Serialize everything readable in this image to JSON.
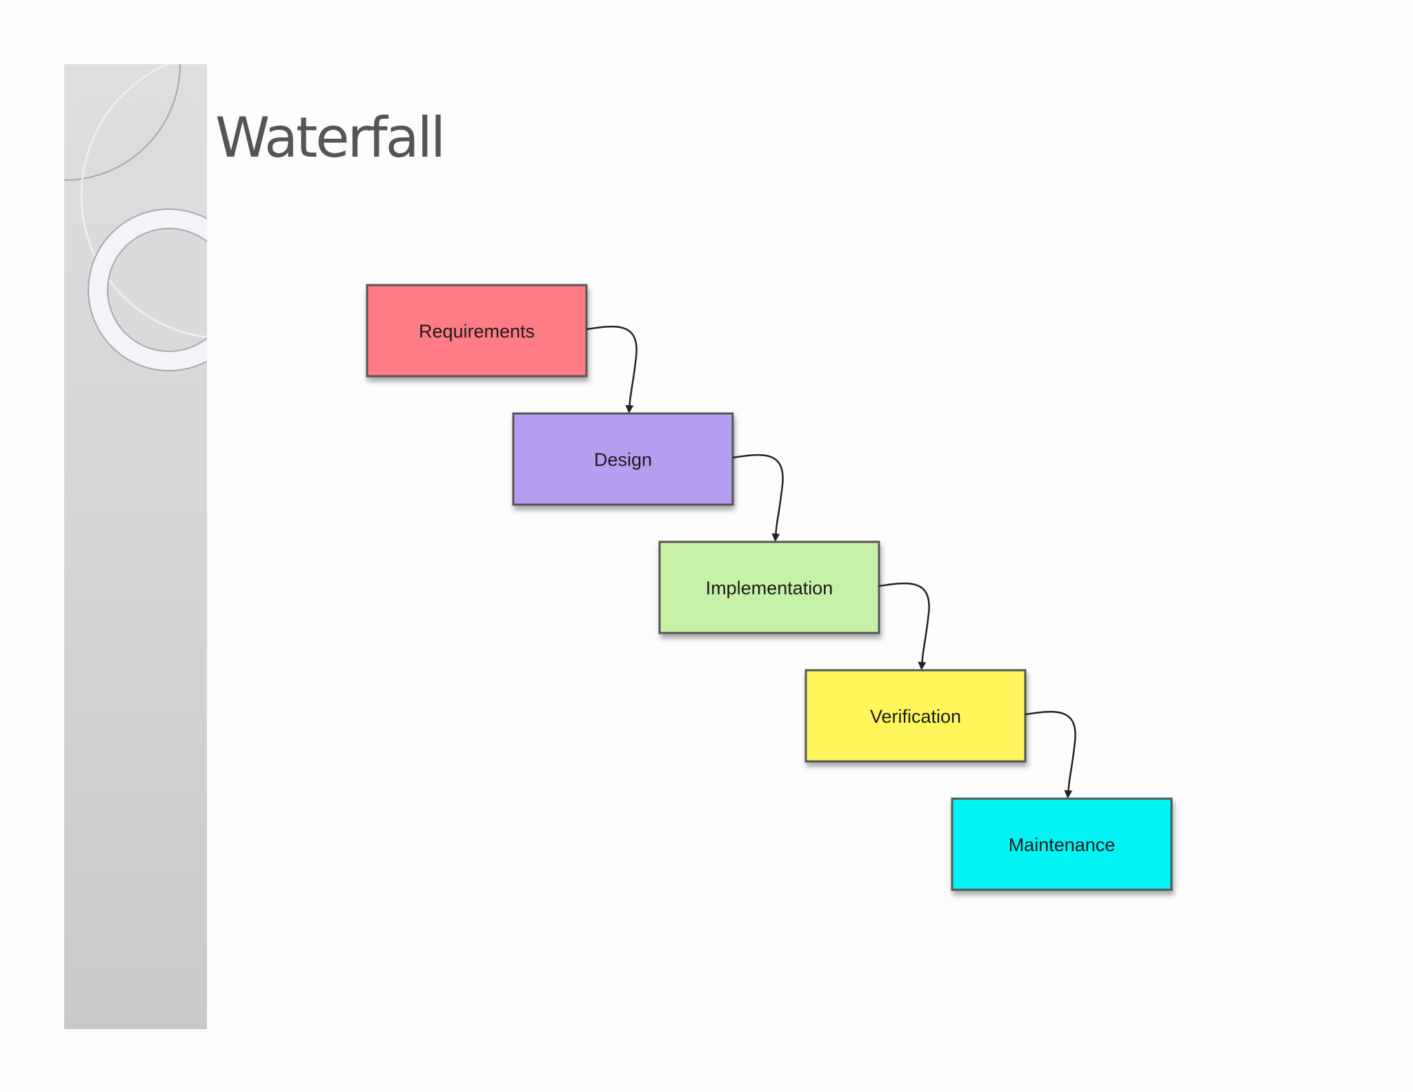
{
  "slide": {
    "title": "Waterfall"
  },
  "diagram": {
    "steps": [
      {
        "label": "Requirements",
        "color": "#ff7b86"
      },
      {
        "label": "Design",
        "color": "#b59ef0"
      },
      {
        "label": "Implementation",
        "color": "#c8f1a8"
      },
      {
        "label": "Verification",
        "color": "#fff65c"
      },
      {
        "label": "Maintenance",
        "color": "#00f4f4"
      }
    ],
    "arrow_color": "#222222",
    "border_color": "#555555"
  }
}
